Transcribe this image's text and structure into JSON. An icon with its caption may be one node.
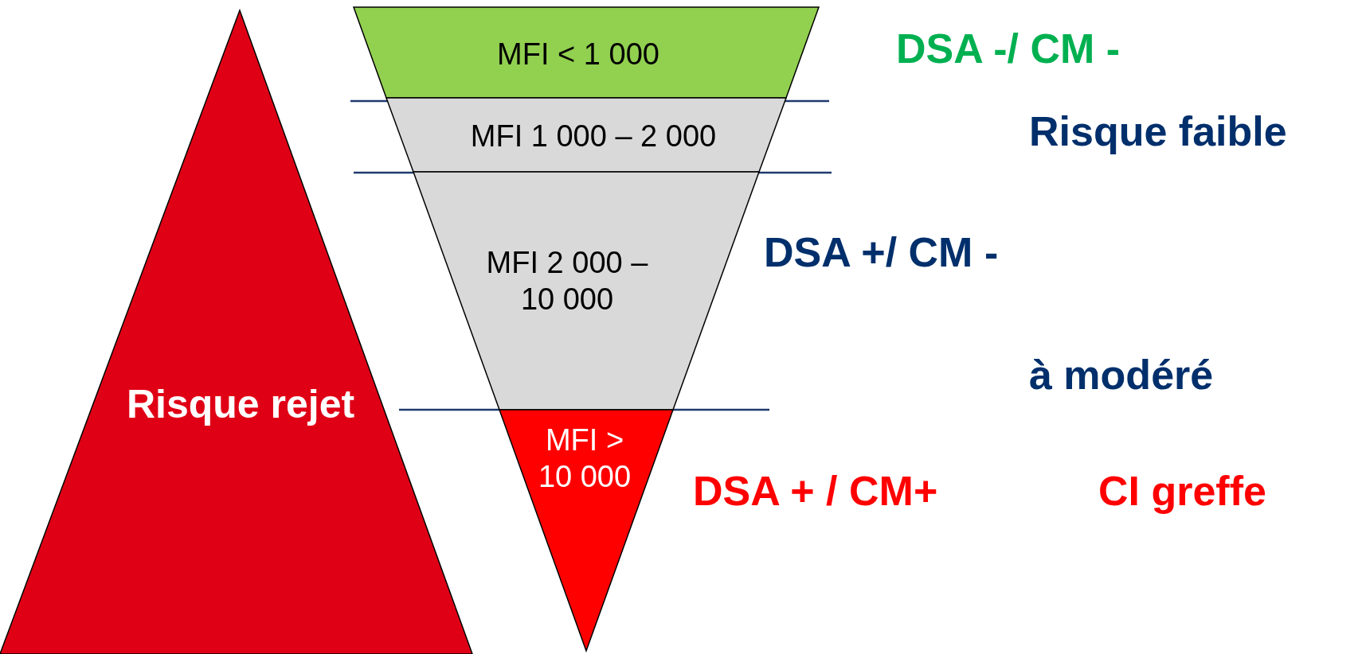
{
  "diagram": {
    "nodes": [
      {
        "text": [
          "Risque rejet"
        ]
      },
      {
        "text": [
          "MFI < 1 000"
        ]
      },
      {
        "text": [
          "MFI 1 000 – 2 000"
        ]
      },
      {
        "text": [
          "MFI 2 000 – 10 000"
        ]
      },
      {
        "text": [
          "MFI > 10 000"
        ]
      }
    ],
    "edges": [],
    "labels": [
      "DSA -/ CM -",
      "Risque faible",
      "DSA +/ CM -",
      "à modéré",
      "DSA + / CM+",
      "CI greffe"
    ]
  }
}
